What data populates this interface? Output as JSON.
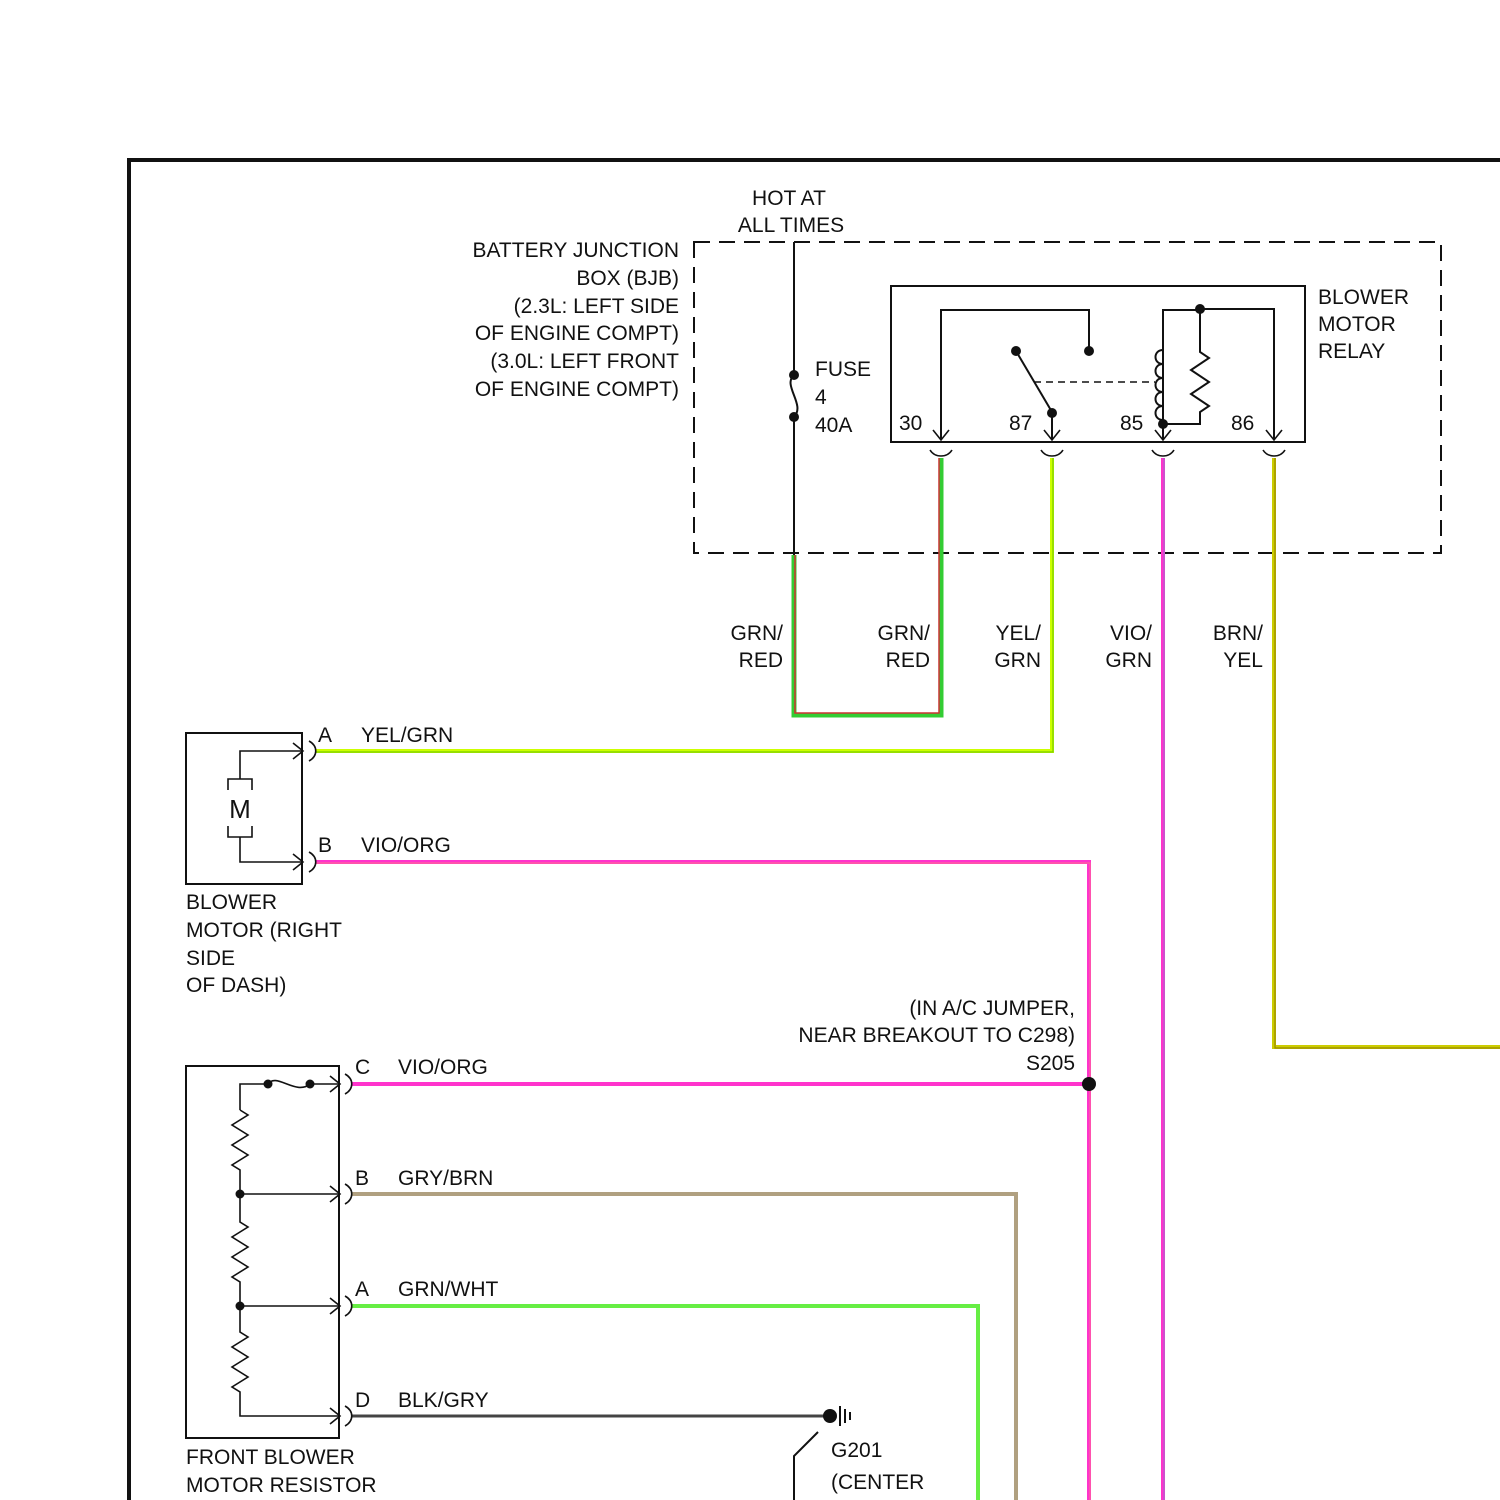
{
  "hot_label": [
    "HOT AT",
    "ALL TIMES"
  ],
  "bjb_label": [
    "BATTERY JUNCTION",
    "BOX (BJB)",
    "(2.3L: LEFT SIDE",
    "OF ENGINE COMPT)",
    "(3.0L: LEFT FRONT",
    "OF ENGINE COMPT)"
  ],
  "fuse_label": [
    "FUSE",
    "4",
    "40A"
  ],
  "relay_label": [
    "BLOWER",
    "MOTOR",
    "RELAY"
  ],
  "relay_pins": [
    "30",
    "87",
    "85",
    "86"
  ],
  "wire_labels": {
    "grn_red_1": [
      "GRN/",
      "RED"
    ],
    "grn_red_2": [
      "GRN/",
      "RED"
    ],
    "yel_grn": [
      "YEL/",
      "GRN"
    ],
    "vio_grn": [
      "VIO/",
      "GRN"
    ],
    "brn_yel": [
      "BRN/",
      "YEL"
    ]
  },
  "blower_motor": {
    "symbol": "M",
    "label": [
      "BLOWER",
      "MOTOR (RIGHT",
      "SIDE",
      "OF DASH)"
    ],
    "pins": [
      {
        "pin": "A",
        "wire": "YEL/GRN"
      },
      {
        "pin": "B",
        "wire": "VIO/ORG"
      }
    ]
  },
  "splice": {
    "label": [
      "(IN A/C JUMPER,",
      "NEAR BREAKOUT TO C298)",
      "S205"
    ]
  },
  "resistor": {
    "label": [
      "FRONT BLOWER",
      "MOTOR RESISTOR"
    ],
    "pins": [
      {
        "pin": "C",
        "wire": "VIO/ORG"
      },
      {
        "pin": "B",
        "wire": "GRY/BRN"
      },
      {
        "pin": "A",
        "wire": "GRN/WHT"
      },
      {
        "pin": "D",
        "wire": "BLK/GRY"
      }
    ]
  },
  "ground": {
    "label": [
      "G201",
      "(CENTER"
    ]
  },
  "colors": {
    "grn_red": "#cc3333",
    "grn": "#33cc33",
    "yel_grn": "#ccff00",
    "vio": "#ff33cc",
    "brn_yel": "#cccc00",
    "gry_brn": "#b0a080",
    "grn_wht": "#66ee44",
    "blk_gry": "#444444"
  }
}
